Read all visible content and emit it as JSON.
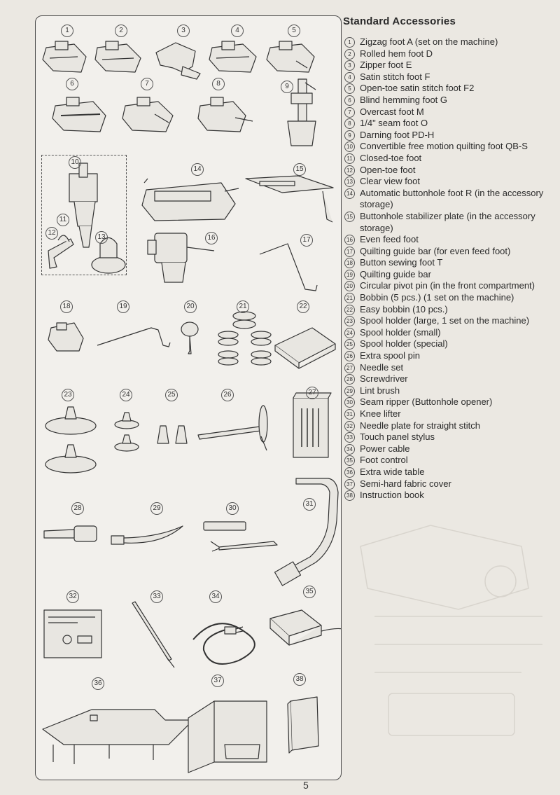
{
  "heading": "Standard Accessories",
  "page_number": "5",
  "accessories": [
    {
      "n": "1",
      "label": "Zigzag foot A (set on the machine)"
    },
    {
      "n": "2",
      "label": "Rolled hem foot D"
    },
    {
      "n": "3",
      "label": "Zipper foot E"
    },
    {
      "n": "4",
      "label": "Satin stitch foot F"
    },
    {
      "n": "5",
      "label": "Open-toe satin stitch foot F2"
    },
    {
      "n": "6",
      "label": "Blind hemming foot G"
    },
    {
      "n": "7",
      "label": "Overcast foot M"
    },
    {
      "n": "8",
      "label": "1/4\" seam foot O"
    },
    {
      "n": "9",
      "label": "Darning foot PD-H"
    },
    {
      "n": "10",
      "label": "Convertible free motion quilting foot QB-S"
    },
    {
      "n": "11",
      "label": "Closed-toe foot"
    },
    {
      "n": "12",
      "label": "Open-toe foot"
    },
    {
      "n": "13",
      "label": "Clear view foot"
    },
    {
      "n": "14",
      "label": "Automatic buttonhole foot R (in the accessory storage)"
    },
    {
      "n": "15",
      "label": "Buttonhole stabilizer plate (in the accessory storage)"
    },
    {
      "n": "16",
      "label": "Even feed foot"
    },
    {
      "n": "17",
      "label": "Quilting guide bar (for even feed foot)"
    },
    {
      "n": "18",
      "label": "Button sewing foot T"
    },
    {
      "n": "19",
      "label": "Quilting guide bar"
    },
    {
      "n": "20",
      "label": "Circular pivot pin (in the front compartment)"
    },
    {
      "n": "21",
      "label": "Bobbin (5 pcs.) (1 set on the machine)"
    },
    {
      "n": "22",
      "label": "Easy bobbin (10 pcs.)"
    },
    {
      "n": "23",
      "label": "Spool holder (large, 1 set on the machine)"
    },
    {
      "n": "24",
      "label": "Spool holder (small)"
    },
    {
      "n": "25",
      "label": "Spool holder (special)"
    },
    {
      "n": "26",
      "label": "Extra spool pin"
    },
    {
      "n": "27",
      "label": "Needle set"
    },
    {
      "n": "28",
      "label": "Screwdriver"
    },
    {
      "n": "29",
      "label": "Lint brush"
    },
    {
      "n": "30",
      "label": "Seam ripper (Buttonhole opener)"
    },
    {
      "n": "31",
      "label": "Knee lifter"
    },
    {
      "n": "32",
      "label": "Needle plate for straight stitch"
    },
    {
      "n": "33",
      "label": "Touch panel stylus"
    },
    {
      "n": "34",
      "label": "Power cable"
    },
    {
      "n": "35",
      "label": "Foot control"
    },
    {
      "n": "36",
      "label": "Extra wide table"
    },
    {
      "n": "37",
      "label": "Semi-hard fabric cover"
    },
    {
      "n": "38",
      "label": "Instruction book"
    }
  ],
  "figure_numbers": [
    "1",
    "2",
    "3",
    "4",
    "5",
    "6",
    "7",
    "8",
    "9",
    "10",
    "11",
    "12",
    "13",
    "14",
    "15",
    "16",
    "17",
    "18",
    "19",
    "20",
    "21",
    "22",
    "23",
    "24",
    "25",
    "26",
    "27",
    "28",
    "29",
    "30",
    "31",
    "32",
    "33",
    "34",
    "35",
    "36",
    "37",
    "38"
  ]
}
